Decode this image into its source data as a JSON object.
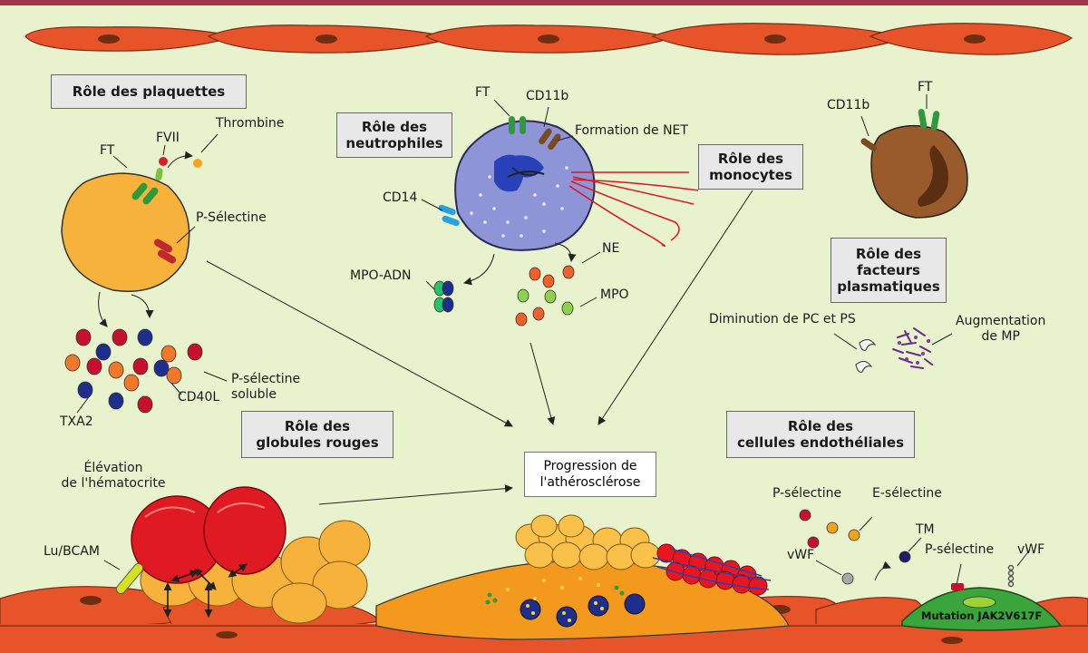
{
  "colors": {
    "background": "#e8f2cd",
    "top_border": "#a6344a",
    "endothelial_cell": "#e8542a",
    "nucleus": "#6e2e0f",
    "platelet": "#f7b23c",
    "neutrophil": "#8e95d6",
    "monocyte": "#9a5b2c",
    "red_cell": "#e01a22",
    "jak2_cell": "#3aa53a",
    "net_fiber": "#e0141e"
  },
  "sections": {
    "platelets": "Rôle des plaquettes",
    "neutrophils": "Rôle des\nneutrophiles",
    "monocytes": "Rôle des\nmonocytes",
    "plasma_factors": "Rôle des\nfacteurs\nplasmatiques",
    "red_cells": "Rôle des\nglobules rouges",
    "endothelial": "Rôle des\ncellules endothéliales"
  },
  "center": "Progression de\nl'athérosclérose",
  "labels": {
    "ft_platelet": "FT",
    "fvii": "FVII",
    "thrombine": "Thrombine",
    "p_selectine_platelet": "P-Sélectine",
    "p_selectine_soluble": "P-sélectine\nsoluble",
    "txa2": "TXA2",
    "cd40l": "CD40L",
    "ft_neutrophil": "FT",
    "cd11b_neutrophil": "CD11b",
    "net_formation": "Formation de NET",
    "cd14": "CD14",
    "mpo_adn": "MPO-ADN",
    "ne": "NE",
    "mpo": "MPO",
    "cd11b_monocyte": "CD11b",
    "ft_monocyte": "FT",
    "pc_ps": "Diminution de PC et PS",
    "mp": "Augmentation\nde MP",
    "hematocrit": "Élévation\nde l'hématocrite",
    "lu_bcam": "Lu/BCAM",
    "p_selectine_endo": "P-sélectine",
    "e_selectine": "E-sélectine",
    "tm": "TM",
    "vwf_free": "vWF",
    "p_selectine_cell": "P-sélectine",
    "vwf_cell": "vWF",
    "jak2": "Mutation JAK2V617F"
  }
}
